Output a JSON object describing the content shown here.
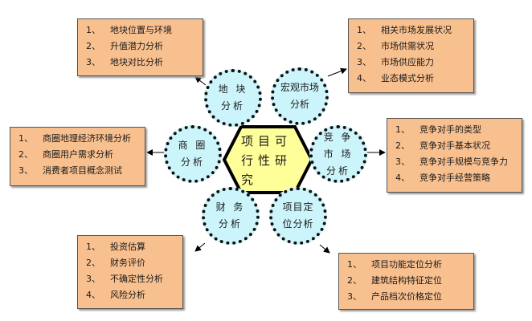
{
  "center": {
    "title": "项目可行性研究"
  },
  "nodes": {
    "land": {
      "label": "地 块 分析",
      "items": [
        "地块位置与环境",
        "升值潜力分析",
        "地块对比分析"
      ]
    },
    "macro": {
      "label": "宏观市场分析",
      "items": [
        "相关市场发展状况",
        "市场供需状况",
        "市场供应能力",
        "业态模式分析"
      ]
    },
    "trade": {
      "label": "商 圈 分析",
      "items": [
        "商圈地理经济环境分析",
        "商圈用户需求分析",
        "消费者项目概念测试"
      ]
    },
    "competition": {
      "label": "竞 争 市 场分析",
      "items": [
        "竞争对手的类型",
        "竞争对手基本状况",
        "竞争对手规模与竞争力",
        "竞争对手经营策略"
      ]
    },
    "finance": {
      "label": "财 务 分析",
      "items": [
        "投资估算",
        "财务评价",
        "不确定性分析",
        "风险分析"
      ]
    },
    "positioning": {
      "label": "项目定位分析",
      "items": [
        "项目功能定位分析",
        "建筑结构特征定位",
        "产品档次价格定位"
      ]
    }
  },
  "numbers": [
    "1、",
    "2、",
    "3、",
    "4、"
  ],
  "colors": {
    "box": "#f9c08f",
    "circle": "#ccf5fb",
    "hexagon": "#ffff99"
  }
}
